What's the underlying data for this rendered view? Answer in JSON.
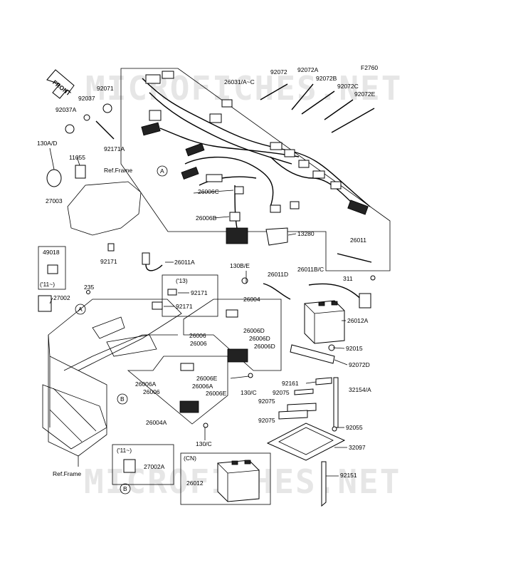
{
  "diagram_code": "F2760",
  "watermark": "MICROFICHES.NET",
  "front_label": "FRONT",
  "ref_frame_label": "Ref.Frame",
  "model_notes": {
    "y13": "('13)",
    "y11_a": "('11~)",
    "y11_b": "('11~)",
    "cn": "(CN)"
  },
  "circle_refs": {
    "a": "A",
    "b": "B"
  },
  "parts": {
    "p92072": "92072",
    "p92072A": "92072A",
    "p92072B": "92072B",
    "p92072C": "92072C",
    "p92072E": "92072E",
    "p26031": "26031/A~C",
    "p92071": "92071",
    "p92037": "92037",
    "p92037A": "92037A",
    "p92171A": "92171A",
    "p130AD": "130A/D",
    "p11055": "11055",
    "p27003": "27003",
    "p26006C": "26006C",
    "p26006B": "26006B",
    "p13280": "13280",
    "p26011": "26011",
    "p49018": "49018",
    "p92171_a": "92171",
    "p26011A": "26011A",
    "p130BE": "130B/E",
    "p26011D": "26011D",
    "p26011BC": "26011B/C",
    "p311": "311",
    "p235": "235",
    "p27002": "27002",
    "p92171_b": "92171",
    "p92171_c": "92171",
    "p26004": "26004",
    "p26012A": "26012A",
    "p26006_a": "26006",
    "p26006D_a": "26006D",
    "p26006D_b": "26006D",
    "p26006_b": "26006",
    "p26006D_c": "26006D",
    "p92015": "92015",
    "p92072D": "92072D",
    "p26006E_a": "26006E",
    "p26006A_a": "26006A",
    "p26006A_b": "26006A",
    "p26006_c": "26006",
    "p26006E_b": "26006E",
    "p130C_a": "130/C",
    "p92161": "92161",
    "p32154A": "32154/A",
    "p92075_a": "92075",
    "p92075_b": "92075",
    "p92075_c": "92075",
    "p26004A": "26004A",
    "p92055": "92055",
    "p130C_b": "130/C",
    "p32097": "32097",
    "p27002A": "27002A",
    "p26012": "26012",
    "p92151": "92151"
  }
}
